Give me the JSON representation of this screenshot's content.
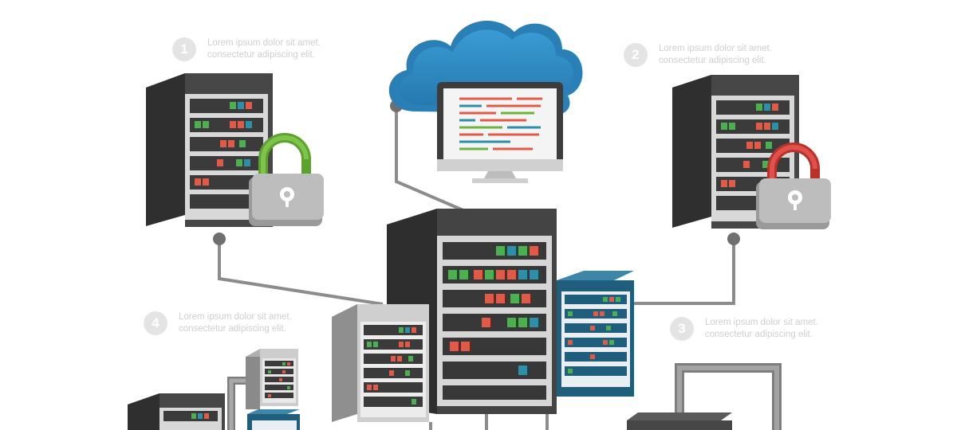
{
  "notes": [
    {
      "number": "1",
      "line1": "Lorem ipsum dolor sit amet.",
      "line2": "consectetur adipiscing elit."
    },
    {
      "number": "2",
      "line1": "Lorem ipsum dolor sit amet.",
      "line2": "consectetur adipiscing elit."
    },
    {
      "number": "3",
      "line1": "Lorem ipsum dolor sit amet.",
      "line2": "consectetur adipiscing elit."
    },
    {
      "number": "4",
      "line1": "Lorem ipsum dolor sit amet.",
      "line2": "consectetur adipiscing elit."
    }
  ],
  "colors": {
    "background": "#ffffff",
    "rack_dark": "#3f3f3f",
    "rack_light": "#d9d9d9",
    "rack_blue": "#2a6d8c",
    "cloud": "#2f8bc4",
    "lock_green": "#6cb33f",
    "lock_red": "#d9403a",
    "connector": "#8a8a8a",
    "led_green": "#4caf50",
    "led_red": "#e05a47",
    "led_teal": "#2d8fa8"
  },
  "icons": [
    "cloud-icon",
    "monitor-icon",
    "server-rack-icon",
    "padlock-icon"
  ]
}
